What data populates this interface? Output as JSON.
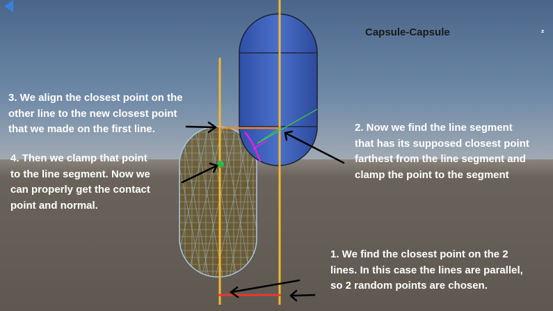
{
  "scene": {
    "title": "Capsule-Capsule",
    "gizmo_axis": "z",
    "colors": {
      "sky_top": "#4c6a8d",
      "horizon": "#8f959b",
      "ground": "#645d55",
      "capsule_blue": "#3f63bd",
      "capsule_outline": "#1a1f33",
      "wire_capsule": "#a9c8e8",
      "wire_fill": "#6b5b2e",
      "axis_line": "#f5b82e",
      "segment_line": "#e83a2b",
      "orange_line": "#f08a2c",
      "green_line": "#3cd43c",
      "magenta_line": "#e023e0",
      "contact_point": "#2fb84a",
      "annotation_text": "#ffffff"
    },
    "annotations": {
      "note1": {
        "line1": "1. We find the closest point on the 2",
        "line2": "lines. In this case the lines are parallel,",
        "line3": "so 2 random points are chosen."
      },
      "note2": {
        "line1": "2. Now we find the line segment",
        "line2": "that has its supposed closest point",
        "line3": "farthest from the line segment  and",
        "line4": "clamp the point to the segment"
      },
      "note3": {
        "line1": "3. We align the closest point on the",
        "line2": "other line to the new closest point",
        "line3": "that we made on the first line."
      },
      "note4": {
        "line1": "4. Then we clamp that point",
        "line2": "to the line segment. Now we",
        "line3": "can properly get the contact",
        "line4": "point and normal."
      }
    }
  }
}
